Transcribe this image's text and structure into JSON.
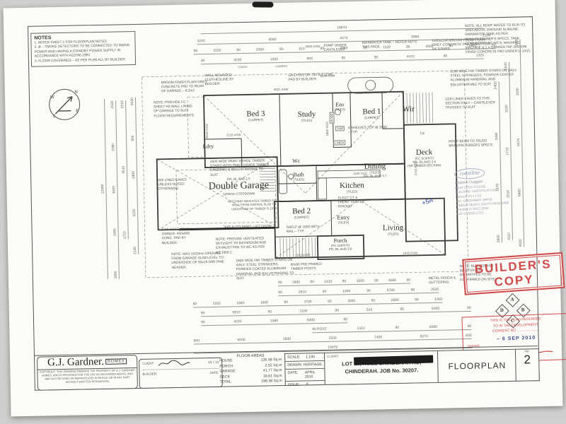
{
  "colors": {
    "stamp_red": "#cf4a4a",
    "pen_blue": "#2a3e9f",
    "line_gray": "#3c3c3c"
  },
  "notes_box": {
    "title": "NOTES",
    "lines": [
      "1. REFER SHEET 1 FOR FLOORPLAN NOTES.",
      "2. ⊕ – SMOKE DETECTORS TO BE CONNECTED TO MAINS POWER AND HAVING A STANDBY POWER SUPPLY IN ACCORDANCE WITH AS3786-1993.",
      "3. FLOOR COVERINGS – AS PER PLAN ALL BY BUILDER."
    ]
  },
  "top_right_note": "NOTE: ALL ROOF WATER TO RUN TO 3000l ABOVE GROUND SLIMLINE RAINWATER TANK AS PER MANUFACTURER'S SPECS. TANK CONNECTED TO WC'S, WASHING MACHINE & 1 x GARDEN TAP. BROOM FINISH CONCRETE PAD UNDER (4.1m2).",
  "north": {
    "n": "N",
    "s": "S",
    "e": "E",
    "w": "W"
  },
  "rooms": {
    "bed3": {
      "name": "Bed 3",
      "sub": "(CARPET)"
    },
    "ldry": {
      "name": "Ldry"
    },
    "study": {
      "name": "Study",
      "sub": "(TILES)"
    },
    "ens": {
      "name": "Ens",
      "sub": "(TILES)"
    },
    "bed1": {
      "name": "Bed 1",
      "sub": "(CARPET)"
    },
    "wir": {
      "name": "Wir"
    },
    "deck": {
      "name": "Deck",
      "sub": "(FC SOFFIT)",
      "sub2": "FFL RL AHD 3.6",
      "sub3": "HW TIMBER DECKING"
    },
    "dining": {
      "name": "Dining",
      "sub": "(TILES)",
      "ffl": "FFL RL AHD 3.7"
    },
    "kitchen": {
      "name": "Kitchen",
      "sub": "(TILES)"
    },
    "wc": {
      "name": "Wc"
    },
    "bath": {
      "name": "Bath",
      "sub": "(TILES)"
    },
    "bed2": {
      "name": "Bed 2",
      "sub": "(CARPET)"
    },
    "entry": {
      "name": "Entry",
      "sub": "(TILES)"
    },
    "living": {
      "name": "Living",
      "sub": "(TILES)"
    },
    "porch": {
      "name": "Porch",
      "sub": "(FC SOFFIT)",
      "sub2": "FFL RL AHD 3.6"
    },
    "garage": {
      "name": "Double Garage",
      "ffl": "FFL RL AHD 2.5",
      "stepdown": "1200mm STEPDOWN"
    }
  },
  "ann": {
    "pad_stairs": "1100x1200 BROOM FINISH PLAIN GREY CONCRETE PAD TO BOTTOM OF STAIRS.",
    "stairs_right": "1200 WIDE HW TIMBER STAIRS ON GALV. STEEL STRINGERS, POWDER COATED ALUMINIUM HANDRAIL AND BALUSTRADING TO SUIT.",
    "eaves_right": "1200 LINED EAVES TO THIS SECTION ONLY – CANTILEVER TRUSSES TO SUIT",
    "roof_beam": "ROOF BEAM TO TRUSS MANUFACTURER'S SPECS.",
    "downpipes": "NOTE: NUMBER AND POSITION OF DOWNPIPES TO BE CONFIRMED ON SITE",
    "fascia": "METAL FASCIA & GUTTERING.",
    "pad_garage": "BROOM FINISH PLAIN GREY CONCRETE PAD TO REAR OF GARAGE – 8.2m2",
    "clothesline": "WALL MOUNTED CLOTHESLINE BY BUILDER",
    "gas_hws": "GAS HWS ON 700 SQ CONC. PAD BY BUILDER.",
    "pump": "PUMP UNDER CANTILEVER",
    "tank": "RAINWATER TANK – REFER NOTE THIS PAGE.",
    "fc_sheet": "NOTE: PROVIDE FC SHEET AS WALL LINING OF GARAGE TO SUIT FLOOD REQUIREMENTS.",
    "eaves600": "600 LINED EAVES UNLESS NOTED OTHERWISE",
    "gas_bottles": "GAS BOTTLES BY OWNER. 450x900 CONC. PAD BY BUILDER.",
    "max_opening": "NOTE: MAX 2420mm OPENING FROM GARAGE SLAB LEVEL TO UNDERSIDE OF 93x19 DAR PINE HEADER.",
    "skylight": "NOTE: PROVIDE VENTILATED SKYLIGHT TO BATHROOM AND EXHAUST FAN TO WC AS PER AS 1668.2.",
    "stairs_bottom": "1800 WIDE HW TIMBER STAIRS ON GALV. STEEL STRINGERS, POWDER COATED ALUMINIUM HANDRAIL AND BALUSTRADING TO SUIT.",
    "posts": "90x90 PRE PRIMED TIMBER POSTS",
    "garage_stairs": "1600 WIDE PAINT GRADE TIMBER STAIRS WITH PAINT GRADE TIMBER HANDRAIL & BALUSTRADING TO SUIT.",
    "lift_door": "2448 AUTO PANEL LIFT DOOR",
    "hatching": "HATCHING INDICATES TIMBER STUD WALL FROM GARAGE SLAB TO UNDERSIDE OF TIMBER FLOOR",
    "shelves4": "4 SHELVES TOP @ 1650 – TYP.",
    "shelf_rail": "SHELF @ 1650 WITH RAIL – TYP.",
    "rhood": "ELECT CT & FRONT VENTED R/HOOD",
    "pen": "+5A"
  },
  "win": {
    "w1": "0821 ASW",
    "w2": "0821 ASW",
    "w3": "2118 ASW",
    "w4": "0518 ASW",
    "w5": "1548 ASW",
    "w6": "0808 ASW",
    "w7": "1815 ASW",
    "w8": "1815 ASW",
    "w9": "1100 SVD",
    "w10": "1800 SGD",
    "w11": "2142 ASD"
  },
  "fix": {
    "shr": "SHR",
    "linen": "LINEN",
    "robe": "ROBE",
    "dn": "Dn"
  },
  "dims": {
    "top1": [
      "18870"
    ],
    "top2": [
      "3240",
      "4080",
      "4470",
      "5880",
      "1200"
    ],
    "top3": [
      "90",
      "3150",
      "90",
      "3390",
      "90",
      "610",
      "90",
      "2980",
      "90",
      "1220",
      "90",
      "3900",
      "90",
      "1800",
      "90"
    ],
    "top4": [
      "90",
      "4230",
      "1500",
      "900",
      "90",
      "90",
      "4470",
      "90",
      "1320"
    ],
    "top4sub": [
      "STAIRS",
      "LANDING"
    ],
    "b1": [
      "90",
      "1800",
      "90",
      "1810",
      "90",
      "1000",
      "90",
      "4690",
      "90"
    ],
    "b2": [
      "90",
      "2610",
      "90",
      "1000",
      "90",
      "5780",
      "90",
      "2520"
    ],
    "b3": [
      "90",
      "3150",
      "1680",
      "1680",
      "90",
      "3700",
      "90",
      "3000",
      "90",
      "2690",
      "90",
      "1920"
    ],
    "b4": [
      "90",
      "5910",
      "90",
      "3100",
      "90",
      "510",
      "90",
      "8300",
      "90"
    ],
    "b5": [
      "90",
      "4230",
      "1680",
      "5400",
      "90"
    ],
    "b6": [
      "90 POST",
      "1310",
      "90",
      "6090",
      "90"
    ],
    "b7": [
      "600",
      "6000",
      "2500",
      "1500",
      "1400",
      "6270",
      "600"
    ],
    "b8": [
      "18870"
    ],
    "l1": [
      "12990"
    ],
    "l2": [
      "1800",
      "1080",
      "4600",
      "2390",
      "2520"
    ],
    "l3": [
      "1710",
      "4510",
      "2210"
    ],
    "l4": [
      "2130",
      "3220",
      "1900",
      "900",
      "3030"
    ],
    "r1": [
      "3930",
      "1870",
      "3490",
      "2400"
    ],
    "r2": [
      "4110",
      "2510",
      "1710",
      "1530",
      "1620"
    ],
    "r3": [
      "4020",
      "6860",
      "6570",
      "1500",
      "600"
    ]
  },
  "title_block": {
    "logo_main": "G.J. Gardner.",
    "logo_sub": "HOMES",
    "copyright": "COPYRIGHT. THIS DRAWING REMAINS THE PROPERTY OF G.J. GARDNER HOMES, AND IS PROVIDED FOR THE USE AS DESCRIBED ABOVE, AND MAY NOT BE USED OR REPRODUCED IN WHOLE OR IN ANY PART WITHOUT WRITTEN PERMISSION.",
    "sig": {
      "client": "CLIENT:",
      "builder": "BUILDER:",
      "date": "DATE:",
      "client_date": "15.7.10"
    },
    "floor_areas": {
      "title": "FLOOR AREAS",
      "rows": [
        {
          "k": "HOUSE",
          "v": "135.48 Sq.m"
        },
        {
          "k": "PORCH",
          "v": "2.52 Sq.m"
        },
        {
          "k": "GARAGE",
          "v": "41.77 Sq.m"
        },
        {
          "k": "DECK",
          "v": "16.61 Sq.m"
        },
        {
          "k": "TOTAL",
          "v": "196.38 Sq.m"
        }
      ]
    },
    "meta": [
      {
        "k": "SCALE:",
        "v": "1:100"
      },
      {
        "k": "DRAWN:",
        "v": "HERITAGE."
      },
      {
        "k": "DATE:",
        "v": "APRIL 2010"
      },
      {
        "k": "ISSUE:",
        "v": "E"
      }
    ],
    "client_label": "CLIENT:",
    "address1": "LOT 10, No.21 CHINDERAH RD,",
    "address2": "CHINDERAH. JOB No. 30207.",
    "sheet_title": "FLOORPLAN",
    "sheet_no_label": "No:",
    "sheet_no": "2"
  },
  "stamps": {
    "builders_copy1": "BUILDER'S",
    "builders_copy2": "COPY",
    "consent_lines": [
      "THIS IS THE PLAN REFERRED",
      "TO IN THE DEVELOPMENT",
      "CONSENT NO ......................."
    ],
    "date_stamp": "– 6 SEP 2010",
    "signed_label": "Signed:",
    "cert": {
      "brand": "coastline",
      "who": "Andrew Duggan",
      "reg": "(QLD QBSA 871019)",
      "lines": [
        "BUILDING CERTIFICATION",
        "GROUP PTY LTD",
        "2/67 GREENWAY DRIVE",
        "TWEED HEADS SOUTH NSW 2486",
        "PHONE 07 5523 2544",
        "FAX 07 5523 2722"
      ]
    },
    "dab": {
      "a": "A",
      "b": "B",
      "c": "C",
      "d": "D"
    }
  }
}
